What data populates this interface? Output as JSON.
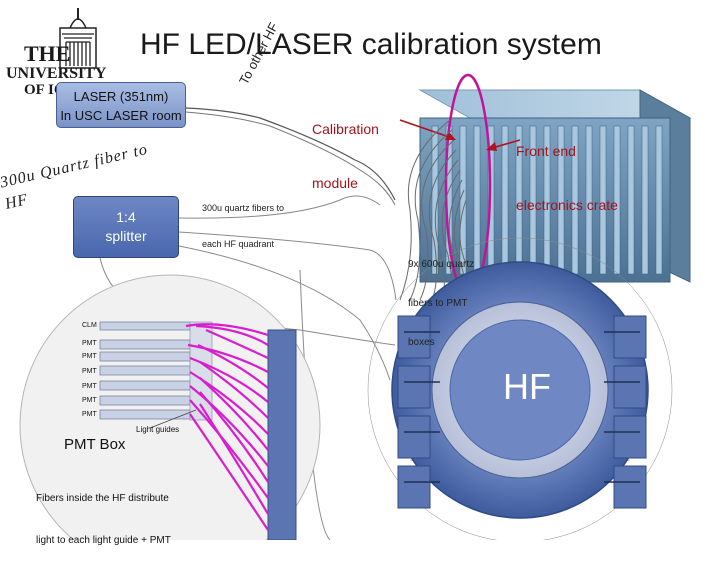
{
  "title": "HF LED/LASER calibration system",
  "logo": {
    "line1": "THE",
    "line2": "UNIVERSITY",
    "line3": "OF IOWA",
    "name": "university-of-iowa-logo"
  },
  "laser_box": {
    "line1": "LASER (351nm)",
    "line2": "In USC LASER room"
  },
  "to_other_hf": "To other HF",
  "calibration_module": {
    "line1": "Calibration",
    "line2": "module"
  },
  "front_end_crate": {
    "line1": "Front end",
    "line2": "electronics crate"
  },
  "fiber_to_hf": "300u Quartz fiber to HF",
  "quadrant_fibers": {
    "line1": "300u quartz fibers to",
    "line2": "each HF quadrant"
  },
  "splitter": {
    "line1": "1:4",
    "line2": "splitter"
  },
  "pmt_fibers": {
    "line1": "9x 600u quartz",
    "line2": "fibers to PMT",
    "line3": "boxes"
  },
  "pmt_labels": [
    "CLM",
    "PMT",
    "PMT",
    "PMT",
    "PMT",
    "PMT",
    "PMT"
  ],
  "light_guides": "Light guides",
  "pmt_box": "PMT Box",
  "fibers_note": {
    "line1": "Fibers inside the HF distribute",
    "line2": "light to each light guide + PMT"
  },
  "hf_label": "HF",
  "colors": {
    "box_blue": "#7b93c8",
    "splitter_blue": "#4a67ad",
    "label_red": "#a0141e",
    "crate_blue": "#5e86aa",
    "pmt_magenta": "#d81ecf",
    "hf_ring": "#4f6bab"
  }
}
